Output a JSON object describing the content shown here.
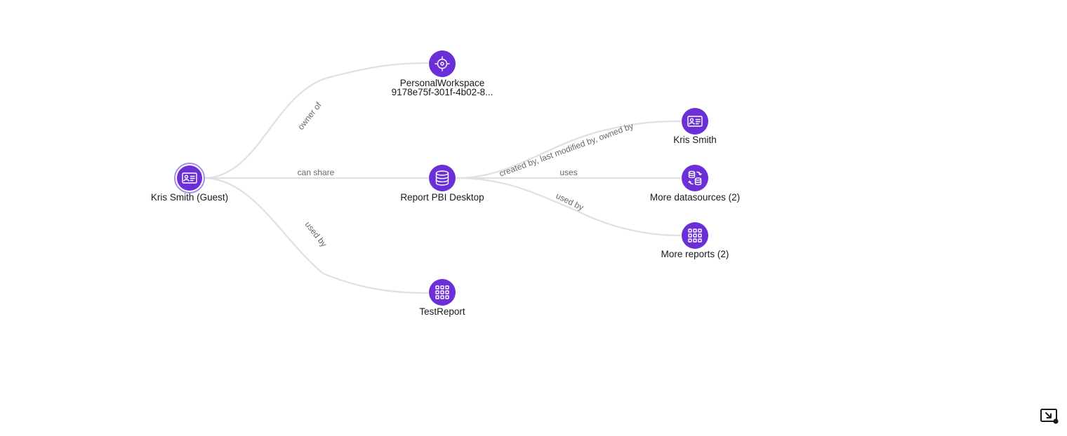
{
  "nodes": {
    "guest_user": {
      "label": "Kris Smith (Guest)",
      "icon": "user-card-icon"
    },
    "workspace": {
      "label": "PersonalWorkspace",
      "sublabel": "9178e75f-301f-4b02-8...",
      "icon": "target-icon"
    },
    "dataset": {
      "label": "Report PBI Desktop",
      "icon": "database-icon"
    },
    "test_report": {
      "label": "TestReport",
      "icon": "report-grid-icon"
    },
    "owner_user": {
      "label": "Kris Smith",
      "icon": "user-card-icon"
    },
    "more_datasources": {
      "label": "More datasources (2)",
      "icon": "datasource-transfer-icon"
    },
    "more_reports": {
      "label": "More reports (2)",
      "icon": "report-grid-icon"
    }
  },
  "edges": {
    "owner_of": "owner of",
    "can_share": "can share",
    "used_by_left": "used by",
    "created_by": "created by, last modified by, owned by",
    "uses": "uses",
    "used_by_right": "used by"
  },
  "toolbar": {
    "fit_icon": "fit-to-screen-icon"
  },
  "colors": {
    "node": "#6a2fd6",
    "edge": "#e0dfe3",
    "edge_label": "#666873"
  }
}
